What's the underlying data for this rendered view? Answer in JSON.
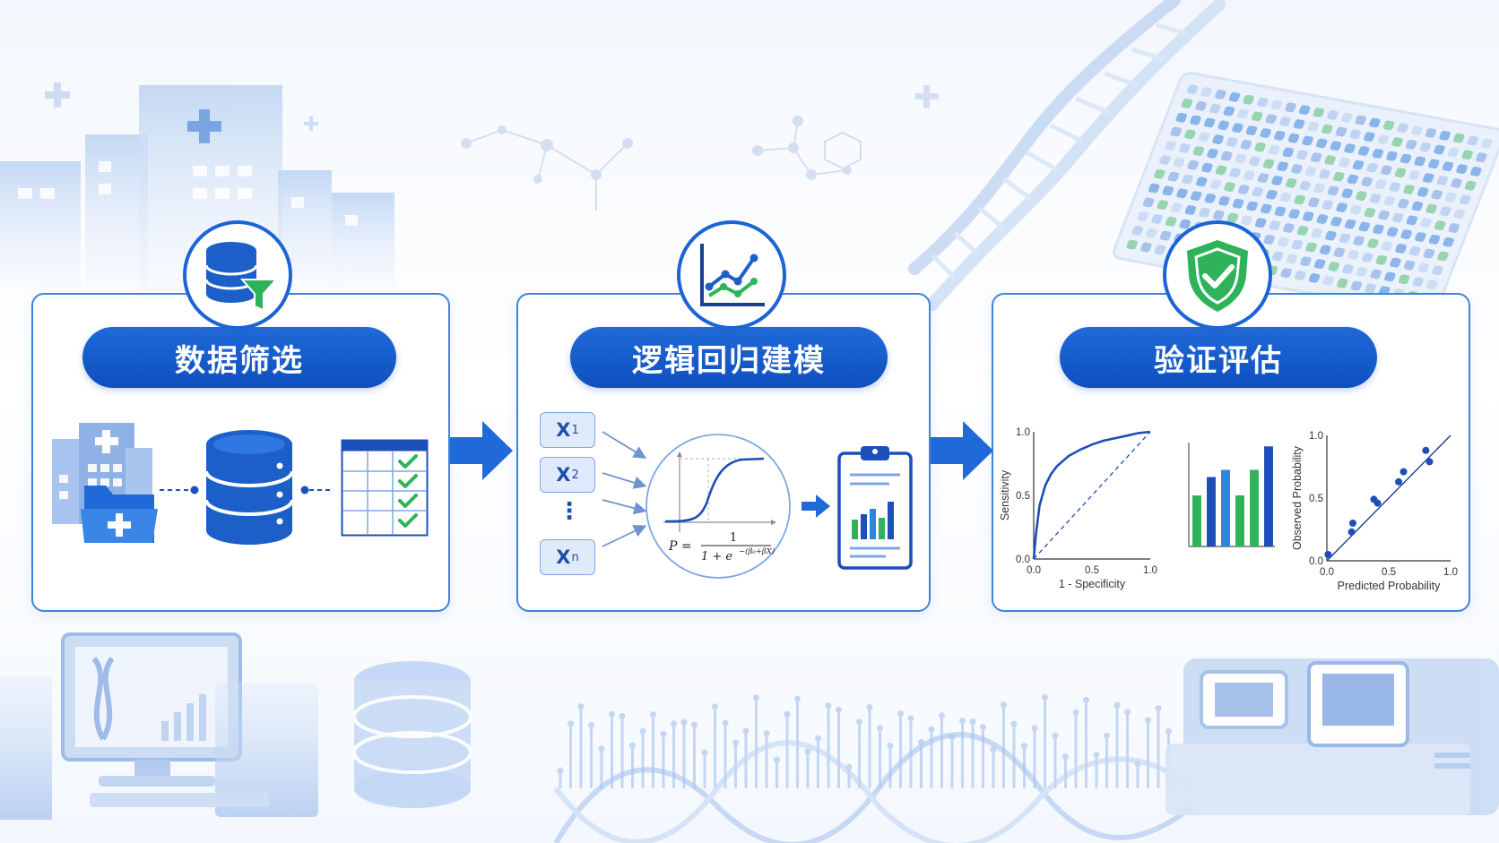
{
  "steps": [
    {
      "title": "数据筛选",
      "icon": "database-filter-icon"
    },
    {
      "title": "逻辑回归建模",
      "icon": "line-chart-icon"
    },
    {
      "title": "验证评估",
      "icon": "shield-check-icon"
    }
  ],
  "model": {
    "inputs": [
      {
        "var": "X",
        "sub": "1"
      },
      {
        "var": "X",
        "sub": "2"
      },
      {
        "var": "X",
        "sub": "n"
      }
    ],
    "ellipsis": "⋮",
    "formula": {
      "lhs": "P =",
      "numerator": "1",
      "denominator": "1 + e",
      "exponent": "−(β₀+βX)"
    }
  },
  "colors": {
    "primary": "#1f6ad8",
    "accent_green": "#2fb35a",
    "light_blue": "#dfeafa",
    "border": "#3f83e0"
  },
  "chart_data": [
    {
      "type": "line",
      "title": "",
      "xlabel": "1 - Specificity",
      "ylabel": "Sensitivity",
      "xlim": [
        0,
        1
      ],
      "ylim": [
        0,
        1
      ],
      "x_ticks": [
        "0.0",
        "0.5",
        "1.0"
      ],
      "y_ticks": [
        "0.0",
        "0.5",
        "1.0"
      ],
      "series": [
        {
          "x": [
            0,
            0.02,
            0.05,
            0.1,
            0.15,
            0.2,
            0.3,
            0.4,
            0.5,
            0.6,
            0.7,
            0.8,
            0.9,
            1.0
          ],
          "y": [
            0,
            0.2,
            0.42,
            0.58,
            0.67,
            0.73,
            0.81,
            0.86,
            0.9,
            0.93,
            0.95,
            0.97,
            0.99,
            1.0
          ]
        }
      ],
      "reference_line": {
        "x": [
          0,
          1
        ],
        "y": [
          0,
          1
        ],
        "style": "dashed"
      },
      "grid": false
    },
    {
      "type": "bar",
      "title": "",
      "categories": [
        "",
        "",
        "",
        "",
        "",
        ""
      ],
      "values": [
        0.5,
        0.68,
        0.75,
        0.5,
        0.75,
        0.98
      ],
      "bar_colors": [
        "#2fb35a",
        "#1c4fb8",
        "#2a87e0",
        "#2fb35a",
        "#2fb35a",
        "#1c4fb8"
      ],
      "ylim": [
        0,
        1
      ],
      "grid": false
    },
    {
      "type": "scatter",
      "title": "",
      "xlabel": "Predicted Probability",
      "ylabel": "Observed Probability",
      "xlim": [
        0,
        1
      ],
      "ylim": [
        0,
        1
      ],
      "x_ticks": [
        "0.0",
        "0.5",
        "1.0"
      ],
      "y_ticks": [
        "0.0",
        "0.5",
        "1.0"
      ],
      "points": {
        "x": [
          0.01,
          0.2,
          0.21,
          0.38,
          0.41,
          0.58,
          0.62,
          0.8,
          0.83
        ],
        "y": [
          0.05,
          0.23,
          0.3,
          0.49,
          0.46,
          0.63,
          0.71,
          0.88,
          0.79
        ]
      },
      "reference_line": {
        "x": [
          0,
          1
        ],
        "y": [
          0,
          1
        ],
        "style": "solid"
      },
      "grid": false
    }
  ]
}
